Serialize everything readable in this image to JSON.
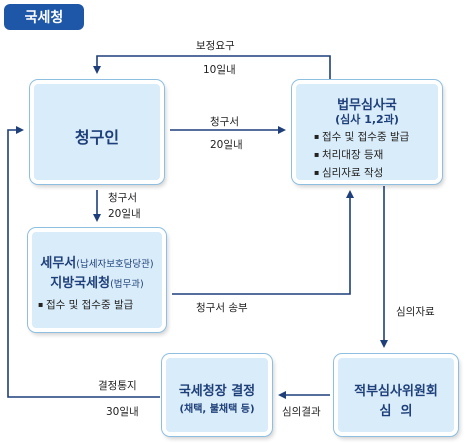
{
  "badge": {
    "label": "국세청"
  },
  "nodes": {
    "claimant": {
      "label": "청구인"
    },
    "adjudication": {
      "title": "법무심사국",
      "subtitle": "(심사 1,2과)",
      "items": [
        "접수 및 접수중 발급",
        "처리대장 등재",
        "심리자료 작성"
      ]
    },
    "taxoffice": {
      "line1_main": "세무서",
      "line1_sub": "(납세자보호담당관)",
      "line2_main": "지방국세청",
      "line2_sub": "(법무과)",
      "items": [
        "접수 및 접수중 발급"
      ]
    },
    "committee": {
      "line1": "적부심사위원회",
      "line2": "심  의"
    },
    "decision": {
      "line1": "국세청장 결정",
      "line2": "(채택, 불채택 등)"
    }
  },
  "edges": {
    "supplement": {
      "label": "보정요구",
      "period": "10일내"
    },
    "claim_to_hq": {
      "label": "청구서",
      "period": "20일내"
    },
    "claim_to_office": {
      "label": "청구서",
      "period": "20일내"
    },
    "forward": {
      "label": "청구서 송부"
    },
    "review_data": {
      "label": "심의자료"
    },
    "review_result": {
      "label": "심의결과"
    },
    "notify": {
      "label": "결정통지",
      "period": "30일내"
    }
  }
}
